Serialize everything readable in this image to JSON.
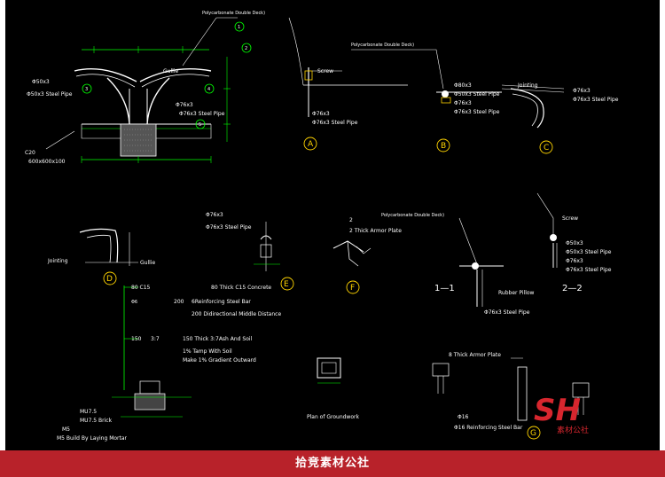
{
  "annotations": {
    "polycarb_top": "Polycarbonate Double Deck)",
    "polycarb_b": "Polycarbonate Double Deck)",
    "polycarb_11": "Polycarbonate Double Deck)",
    "gullie_1": "Gullie",
    "pipe50_label": "Φ50x3",
    "pipe50_steel": "Φ50x3 Steel Pipe",
    "pipe76_label": "Φ76x3",
    "pipe76_steel": "Φ76x3 Steel Pipe",
    "c20_label": "C20",
    "found_size": "600x600x100",
    "screw_a": "Screw",
    "pipe76_a": "Φ76x3",
    "pipe76_a_steel": "Φ76x3 Steel Pipe",
    "pipe80_b": "Φ80x3",
    "pipe50_b": "Φ50x3 Steel Pipe",
    "pipe76_b": "Φ76x3",
    "pipe76_b_steel": "Φ76x3 Steel Pipe",
    "jointing_c": "Jointing",
    "pipe76_c": "Φ76x3",
    "pipe76_c_steel": "Φ76x3 Steel Pipe",
    "jointing_d": "Jointing",
    "gullie_d": "Gullie",
    "pipe76_e": "Φ76x3",
    "pipe76_e_steel": "Φ76x3 Steel Pipe",
    "armor_f_num": "2",
    "armor_f": "2 Thick Armor Plate",
    "screw_22": "Screw",
    "pipe50_22": "Φ50x3",
    "pipe50_22_steel": "Φ50x3 Steel Pipe",
    "pipe76_22": "Φ76x3",
    "pipe76_22_steel": "Φ76x3 Steel Pipe",
    "rubber_pillow": "Rubber Pillow",
    "pipe76_11_steel": "Φ76x3 Steel Pipe",
    "sec_11": "1—1",
    "sec_22": "2—2",
    "layer_80c15": "80 C15",
    "layer_80thick": "80 Thick  C15 Concrete",
    "layer_phi6": "Φ6",
    "layer_200": "200",
    "layer_rebar": "6Reinforcing Steel Bar",
    "layer_200dir": "200 Didirectional Middle Distance",
    "layer_150": "150",
    "layer_3_7": "3:7",
    "layer_150thick": "150 Thick   3:7Ash And Soil",
    "layer_tamp": "1% Tamp With Soil",
    "layer_gradient": "Make 1% Gradient Outward",
    "mu75": "MU7.5",
    "mu75brick": "MU7.5 Brick",
    "m5": "M5",
    "m5build": "M5 Build By Laying Mortar",
    "plan_ground": "Plan of Groundwork",
    "armor_g": "8 Thick Armor Plate",
    "rebar_g16": "Φ16",
    "rebar_g": "Φ16 Reinforcing Steel Bar"
  },
  "detail_markers": {
    "marker_1": "1",
    "marker_2": "2",
    "marker_3": "3",
    "marker_4": "4",
    "marker_5": "5",
    "a": "A",
    "b": "B",
    "c": "C",
    "d": "D",
    "e": "E",
    "f": "F",
    "g": "G",
    "sub_1": "1",
    "sub_2": "2"
  },
  "logo": {
    "letters": "SH",
    "caption": "素材公社"
  },
  "footer": {
    "text": "拾竞素材公社"
  },
  "colors": {
    "background": "#000000",
    "line_white": "#ffffff",
    "line_green": "#00ff00",
    "callout_yellow": "#ffd400",
    "footer_red": "#b8222a",
    "logo_red": "#d7262e"
  }
}
